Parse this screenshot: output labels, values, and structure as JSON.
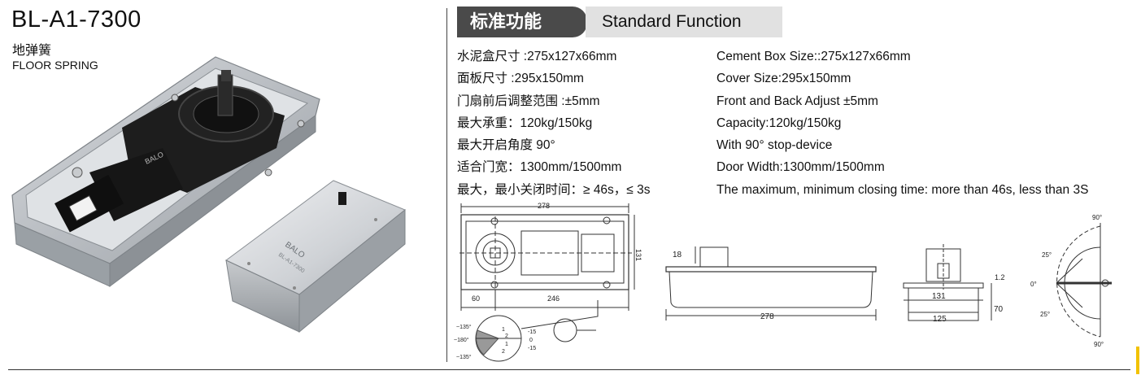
{
  "header": {
    "model": "BL-A1-7300",
    "name_cn": "地弹簧",
    "name_en": "FLOOR SPRING"
  },
  "section": {
    "title_cn": "标准功能",
    "title_en": "Standard Function"
  },
  "specs": [
    {
      "cn": "水泥盒尺寸 :275x127x66mm",
      "en": "Cement Box Size::275x127x66mm"
    },
    {
      "cn": "面板尺寸 :295x150mm",
      "en": "Cover Size:295x150mm"
    },
    {
      "cn": "门扇前后调整范围 :±5mm",
      "en": "Front and Back Adjust ±5mm"
    },
    {
      "cn": "最大承重：120kg/150kg",
      "en": "Capacity:120kg/150kg"
    },
    {
      "cn": "最大开启角度  90°",
      "en": "With 90° stop-device"
    },
    {
      "cn": "适合门宽：1300mm/1500mm",
      "en": "Door Width:1300mm/1500mm"
    },
    {
      "cn": "最大，最小关闭时间：≥ 46s，≤ 3s",
      "en": "The maximum, minimum closing time: more than 46s, less than 3S"
    }
  ],
  "product_image": {
    "brand": "BALO",
    "cover_print": "BL-A1-7300"
  },
  "drawings": {
    "plan": {
      "length": "278",
      "width": "131",
      "offset": "60",
      "spindle": "246"
    },
    "dial": {
      "a1": "~135°",
      "a2": "~180°",
      "a3": "~135°",
      "n1": "1",
      "n2": "2",
      "n3": "1",
      "n4": "2",
      "m1": "-15",
      "m2": "0",
      "m3": "-15"
    },
    "side": {
      "height": "18",
      "length": "278"
    },
    "front": {
      "gap": "1.2",
      "top_width": "131",
      "bottom_width": "125",
      "depth": "70"
    },
    "angles": {
      "top": "90°",
      "upper": "25°",
      "zero": "0°",
      "lower": "25°",
      "bottom": "90°"
    }
  }
}
